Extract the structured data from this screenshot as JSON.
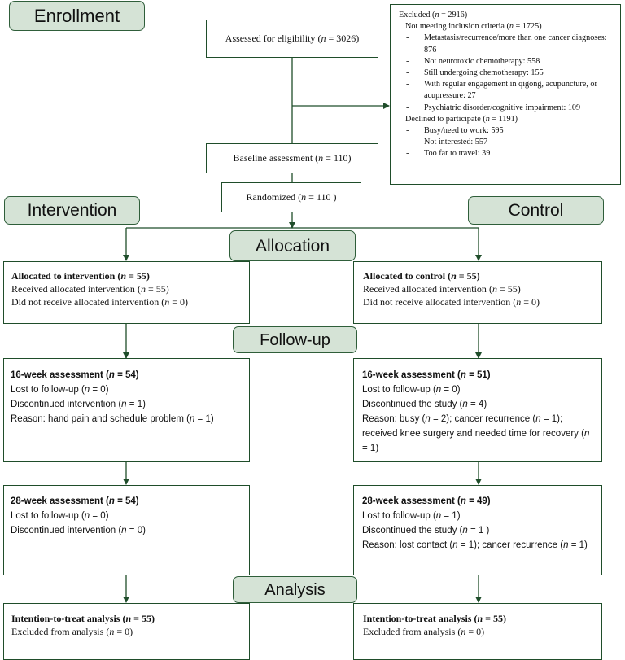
{
  "phases": {
    "enrollment": "Enrollment",
    "intervention": "Intervention",
    "control": "Control",
    "allocation": "Allocation",
    "followup": "Follow-up",
    "analysis": "Analysis"
  },
  "n_symbol": "n",
  "enrollment": {
    "assessed": {
      "label": "Assessed for eligibility",
      "n": "3026"
    },
    "baseline": {
      "label": "Baseline assessment",
      "n": "110"
    },
    "randomized": {
      "label": "Randomized",
      "n": "110"
    },
    "excluded": {
      "label": "Excluded",
      "n": "2916",
      "not_meeting": {
        "label": "Not meeting inclusion criteria",
        "n": "1725"
      },
      "not_meeting_items": [
        "Metastasis/recurrence/more than one cancer diagnoses: 876",
        "Not neurotoxic chemotherapy: 558",
        "Still undergoing chemotherapy: 155",
        "With regular engagement in qigong, acupuncture, or acupressure: 27",
        "Psychiatric disorder/cognitive impairment: 109"
      ],
      "declined": {
        "label": "Declined to participate",
        "n": "1191"
      },
      "declined_items": [
        "Busy/need to work: 595",
        "Not interested: 557",
        "Too far to travel: 39"
      ]
    }
  },
  "intervention_arm": {
    "allocated": {
      "title": "Allocated to intervention",
      "n": "55",
      "received_label": "Received allocated intervention",
      "received_n": "55",
      "not_received_label": "Did not receive allocated intervention",
      "not_received_n": "0"
    },
    "week16": {
      "title": "16-week assessment",
      "n": "54",
      "lost_label": "Lost to follow-up",
      "lost_n": "0",
      "disc_label": "Discontinued intervention",
      "disc_n": "1",
      "reason_label": "Reason: hand pain and schedule problem",
      "reason_n": "1"
    },
    "week28": {
      "title": "28-week assessment",
      "n": "54",
      "lost_label": "Lost to follow-up",
      "lost_n": "0",
      "disc_label": "Discontinued intervention",
      "disc_n": "0"
    },
    "itt": {
      "title": "Intention-to-treat analysis",
      "n": "55",
      "excluded_label": "Excluded from analysis",
      "excluded_n": "0"
    }
  },
  "control_arm": {
    "allocated": {
      "title": "Allocated to control",
      "n": "55",
      "received_label": "Received allocated intervention",
      "received_n": "55",
      "not_received_label": "Did not receive allocated intervention",
      "not_received_n": "0"
    },
    "week16": {
      "title": "16-week assessment",
      "n": "51",
      "lost_label": "Lost to follow-up",
      "lost_n": "0",
      "disc_label": "Discontinued the study",
      "disc_n": "4",
      "reason_p1": "Reason: busy",
      "reason_n1": "2",
      "reason_p2": "; cancer recurrence",
      "reason_n2": "1",
      "reason_p3": "; received knee surgery and needed time for recovery",
      "reason_n3": "1"
    },
    "week28": {
      "title": "28-week assessment",
      "n": "49",
      "lost_label": "Lost to follow-up",
      "lost_n": "1",
      "disc_label": "Discontinued the study",
      "disc_n": "1",
      "reason_p1": "Reason: lost contact",
      "reason_n1": "1",
      "reason_p2": "; cancer recurrence",
      "reason_n2": "1"
    },
    "itt": {
      "title": "Intention-to-treat analysis",
      "n": "55",
      "excluded_label": "Excluded from analysis",
      "excluded_n": "0"
    }
  }
}
